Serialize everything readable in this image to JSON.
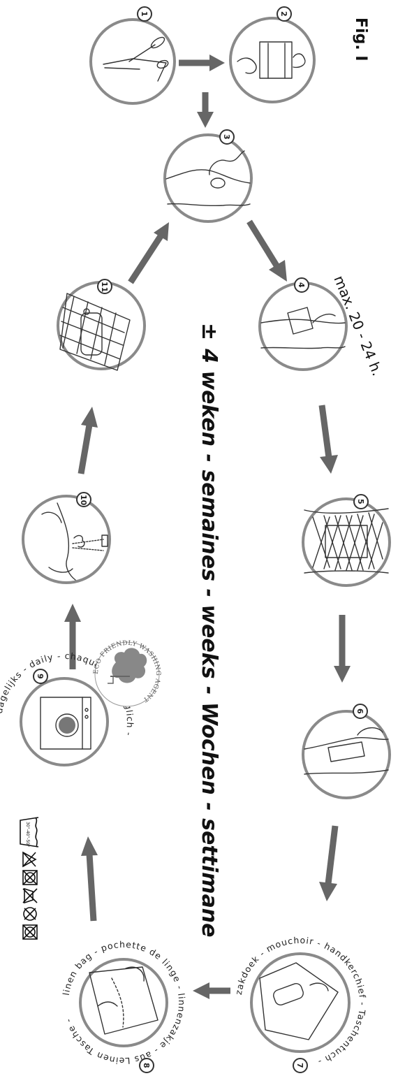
{
  "figure_title": "Fig. I",
  "duration": {
    "plus_minus": "±",
    "text": "4 weken - semaines - weeks - Wochen - settimane"
  },
  "wear_time": "max. 20 - 24 h.",
  "steps": [
    {
      "number": "1",
      "depicts": "scissors cutting plaster"
    },
    {
      "number": "2",
      "depicts": "hands stretching plaster"
    },
    {
      "number": "3",
      "depicts": "hand cleaning skin"
    },
    {
      "number": "4",
      "depicts": "applying plaster"
    },
    {
      "number": "5",
      "depicts": "net dressing on skin"
    },
    {
      "number": "6",
      "depicts": "removing plaster"
    },
    {
      "number": "7",
      "depicts": "plaster in handkerchief",
      "caption": "zakdoek - mouchoir - handkerchief - Taschentuch -"
    },
    {
      "number": "8",
      "depicts": "plaster in linen bag",
      "caption": "linen bag - pochette de linge - linnenzakje - aus Leinen Tasche -"
    },
    {
      "number": "9",
      "depicts": "washing machine",
      "caption": "dagelijks - daily - chaque jour - täglich -"
    },
    {
      "number": "10",
      "depicts": "spraying plaster"
    },
    {
      "number": "11",
      "depicts": "plaster on dotted sheet"
    }
  ],
  "eco_badge": {
    "text": "ECO FRIENDLY WASHING AGENT",
    "icon": "cloud-tree-icon"
  },
  "care_label": {
    "wash_temp": "30°-40°-50°",
    "symbols": [
      "wash-tub-icon",
      "no-bleach-icon",
      "no-tumble-dry-icon",
      "no-iron-icon",
      "no-dryclean-icon",
      "no-wring-icon"
    ]
  },
  "colors": {
    "arrow": "#666666",
    "circle_border": "#8a8a8a",
    "text": "#111111"
  }
}
